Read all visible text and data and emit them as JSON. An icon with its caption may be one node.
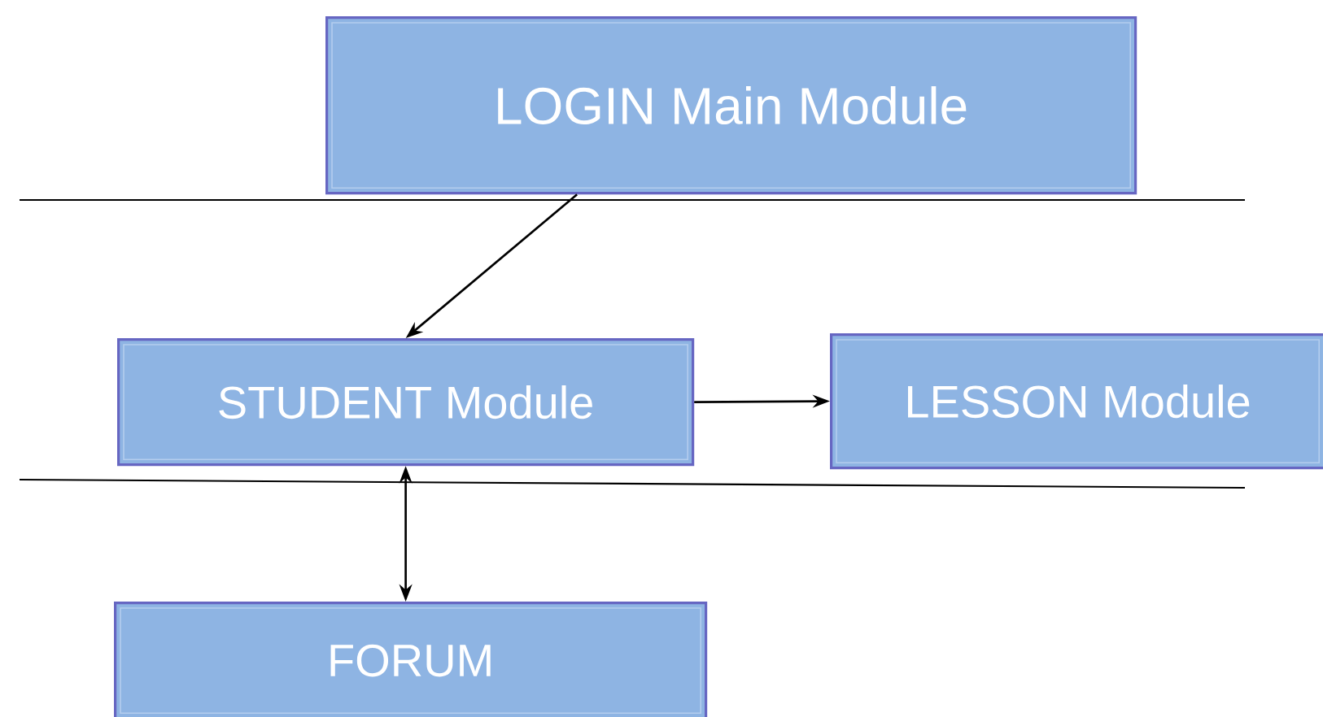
{
  "diagram": {
    "nodes": [
      {
        "text": [
          "LOGIN Main Module"
        ]
      },
      {
        "text": [
          "STUDENT Module"
        ]
      },
      {
        "text": [
          "LESSON Module"
        ]
      },
      {
        "text": [
          "FORUM"
        ]
      }
    ],
    "edges": [
      {
        "from": 0,
        "to": 1,
        "arrow": "to"
      },
      {
        "from": 1,
        "to": 2,
        "arrow": "to"
      },
      {
        "from": 1,
        "to": 3,
        "arrow": "both"
      }
    ]
  }
}
